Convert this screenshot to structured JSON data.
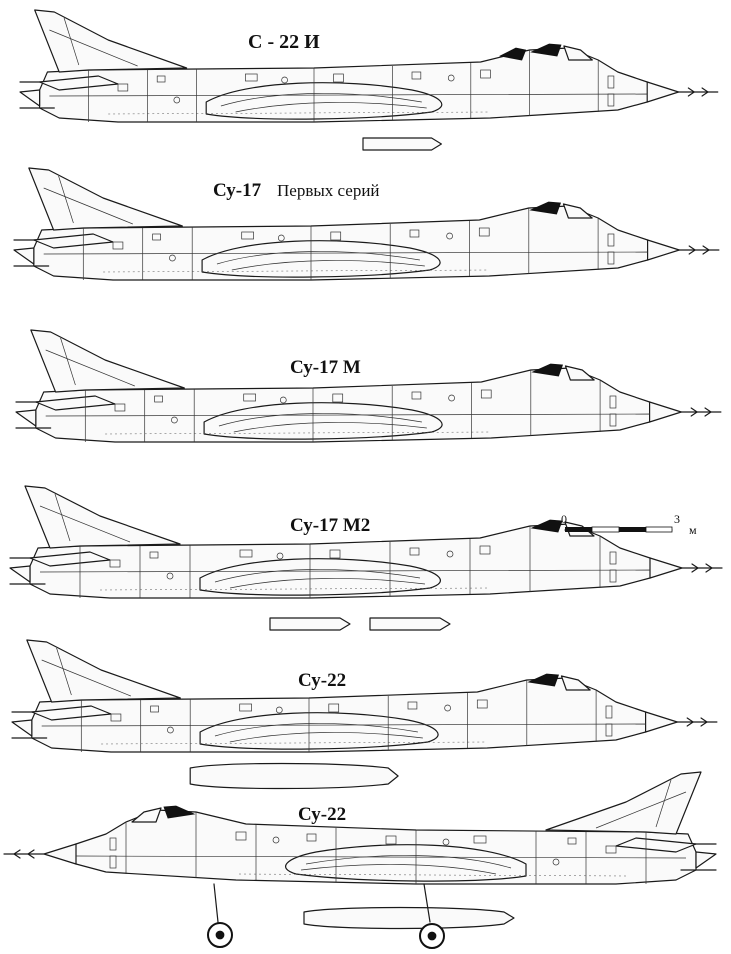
{
  "drawings": [
    {
      "label": "С - 22 И",
      "sublabel": ""
    },
    {
      "label": "Су-17",
      "sublabel": "Первых серий"
    },
    {
      "label": "Су-17 М",
      "sublabel": ""
    },
    {
      "label": "Су-17 М2",
      "sublabel": ""
    },
    {
      "label": "Су-22",
      "sublabel": ""
    },
    {
      "label": "Су-22",
      "sublabel": ""
    }
  ],
  "scale_bar": {
    "start": "0",
    "end": "3",
    "unit": "м"
  }
}
